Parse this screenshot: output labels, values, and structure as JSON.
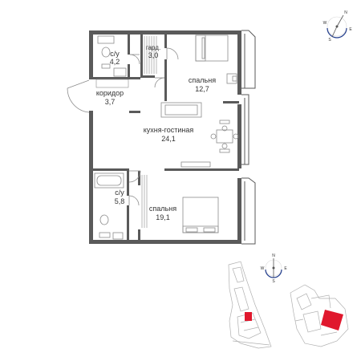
{
  "colors": {
    "wall": "#5a5a5a",
    "window": "#bfbfbf",
    "line": "#8c8c8c",
    "accent": "#e0182d",
    "compass_arc": "#1f3b8c"
  },
  "rooms": [
    {
      "id": "bath-1",
      "name": "с/у",
      "area": "4,2"
    },
    {
      "id": "wardrobe",
      "name": "гард.",
      "area": "3,0"
    },
    {
      "id": "bedroom-1",
      "name": "спальня",
      "area": "12,7"
    },
    {
      "id": "corridor",
      "name": "коридор",
      "area": "3,7"
    },
    {
      "id": "kitchen-living",
      "name": "кухня-гостиная",
      "area": "24,1"
    },
    {
      "id": "bath-2",
      "name": "с/у",
      "area": "5,8"
    },
    {
      "id": "bedroom-2",
      "name": "спальня",
      "area": "19,1"
    }
  ],
  "compass_labels": {
    "north": "N",
    "south": "S",
    "east": "E",
    "west": "W"
  },
  "site_plans": [
    {
      "id": "site-plan-1",
      "highlight": "apartment-location"
    },
    {
      "id": "site-plan-2",
      "highlight": "apartment-location"
    }
  ]
}
